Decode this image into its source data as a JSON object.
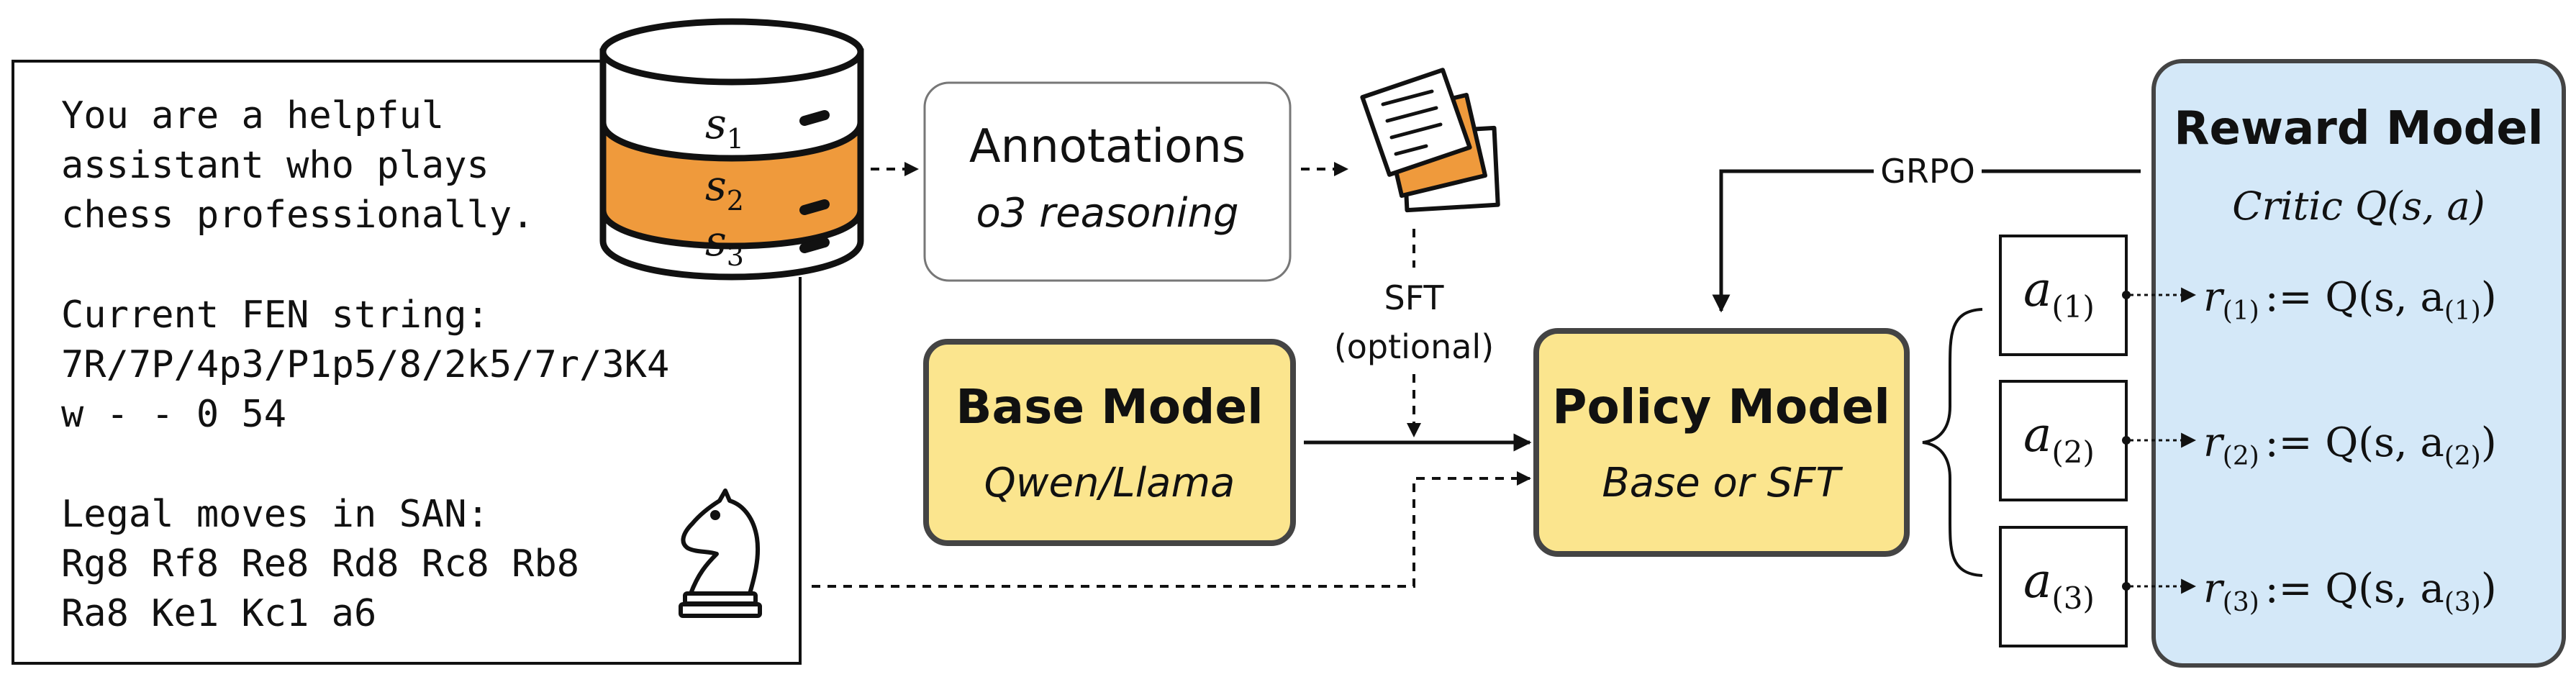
{
  "prompt": {
    "intro": [
      "You are a helpful",
      "assistant who plays",
      "chess professionally."
    ],
    "fen_label": "Current FEN string:",
    "fen_lines": [
      "7R/7P/4p3/P1p5/8/2k5/7r/3K4",
      "w - - 0 54"
    ],
    "moves_label": "Legal moves in SAN:",
    "moves_lines": [
      "Rg8 Rf8 Re8 Rd8 Rc8 Rb8",
      "Ra8 Ke1 Kc1 a6"
    ]
  },
  "database": {
    "slots": [
      {
        "var": "s",
        "sub": "1"
      },
      {
        "var": "s",
        "sub": "2"
      },
      {
        "var": "s",
        "sub": "3"
      }
    ],
    "highlight_color": "#ef9a3c"
  },
  "annotations": {
    "title": "Annotations",
    "subtitle": "o3 reasoning"
  },
  "sft": {
    "line1": "SFT",
    "line2": "(optional)"
  },
  "base_model": {
    "title": "Base Model",
    "subtitle": "Qwen/Llama"
  },
  "policy_model": {
    "title": "Policy Model",
    "subtitle": "Base or SFT"
  },
  "grpo_label": "GRPO",
  "actions": [
    {
      "var": "a",
      "sub": "(1)"
    },
    {
      "var": "a",
      "sub": "(2)"
    },
    {
      "var": "a",
      "sub": "(3)"
    }
  ],
  "rewards": [
    {
      "r": "r",
      "sub": "(1)",
      "eq": ":= Q(s, a",
      "asub": "(1)",
      "close": ")"
    },
    {
      "r": "r",
      "sub": "(2)",
      "eq": ":= Q(s, a",
      "asub": "(2)",
      "close": ")"
    },
    {
      "r": "r",
      "sub": "(3)",
      "eq": ":= Q(s, a",
      "asub": "(3)",
      "close": ")"
    }
  ],
  "reward_model": {
    "title": "Reward Model",
    "subtitle": "Critic Q(s, a)"
  },
  "colors": {
    "model_fill": "#fbe58e",
    "reward_fill": "#d4e8f8",
    "outline": "#333333"
  },
  "icons": [
    "database-icon",
    "documents-icon",
    "chess-knight-icon"
  ]
}
